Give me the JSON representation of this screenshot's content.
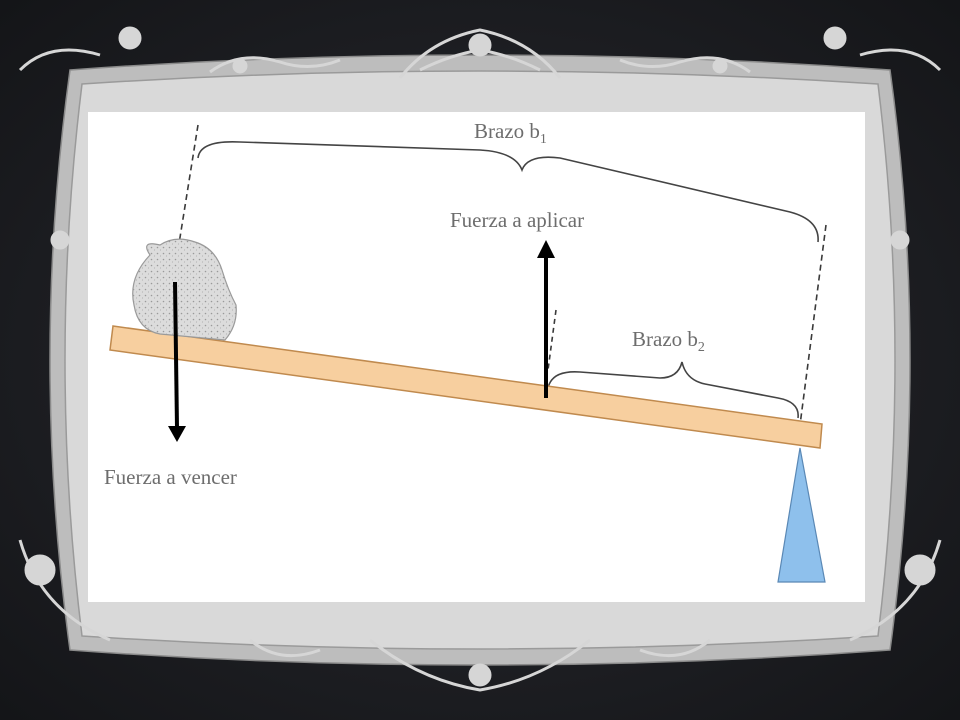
{
  "diagram": {
    "labels": {
      "brazo_b1": "Brazo b",
      "brazo_b1_sub": "1",
      "fuerza_aplicar": "Fuerza a aplicar",
      "brazo_b2": "Brazo b",
      "brazo_b2_sub": "2",
      "fuerza_vencer": "Fuerza a vencer"
    },
    "colors": {
      "background": "#1c1d22",
      "frame": "#c9c9c9",
      "canvas": "#ffffff",
      "lever": "#f7cf9f",
      "lever_stroke": "#c08a4e",
      "fulcrum": "#8ec0ec",
      "rock": "#d9d9d9",
      "arrow": "#000000",
      "text": "#6d6d6d"
    }
  }
}
